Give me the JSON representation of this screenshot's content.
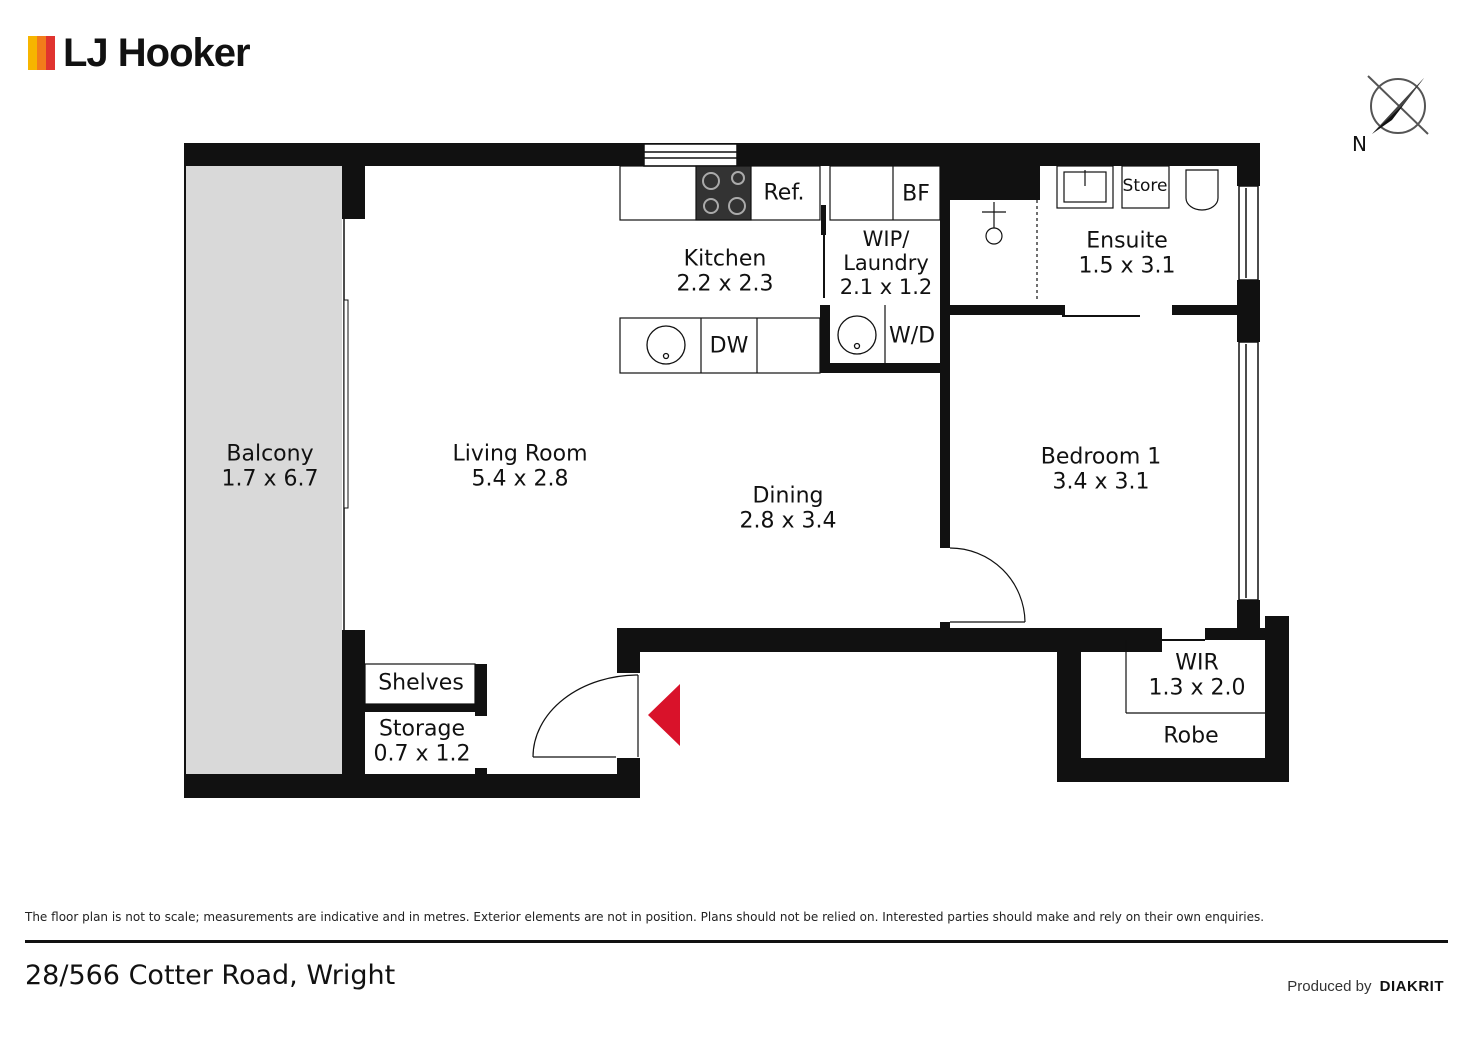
{
  "brand": {
    "name": "LJ Hooker",
    "bar_colors": [
      "#f7b500",
      "#f27c1b",
      "#e0342f"
    ]
  },
  "compass": {
    "label": "N",
    "icon": "compass-icon"
  },
  "rooms": {
    "balcony": {
      "name": "Balcony",
      "dims": "1.7 x 6.7"
    },
    "living": {
      "name": "Living Room",
      "dims": "5.4 x 2.8"
    },
    "kitchen": {
      "name": "Kitchen",
      "dims": "2.2 x 2.3"
    },
    "wip": {
      "name1": "WIP/",
      "name2": "Laundry",
      "dims": "2.1 x 1.2"
    },
    "ensuite": {
      "name": "Ensuite",
      "dims": "1.5 x 3.1"
    },
    "dining": {
      "name": "Dining",
      "dims": "2.8 x 3.4"
    },
    "bedroom": {
      "name": "Bedroom 1",
      "dims": "3.4 x 3.1"
    },
    "storage": {
      "name": "Storage",
      "dims": "0.7 x 1.2"
    },
    "wir": {
      "name": "WIR",
      "dims": "1.3 x 2.0"
    }
  },
  "fixtures": {
    "ref": "Ref.",
    "bf": "BF",
    "dw": "DW",
    "wd": "W/D",
    "store": "Store",
    "shelves": "Shelves",
    "robe": "Robe"
  },
  "colors": {
    "wall": "#111111",
    "balcony_fill": "#d9d9d9",
    "entry_marker": "#d9122a"
  },
  "footer": {
    "disclaimer": "The floor plan is not to scale; measurements are indicative and in metres. Exterior elements are not in position. Plans should not be relied on. Interested parties should make and rely on their own enquiries.",
    "address": "28/566 Cotter Road, Wright",
    "produced_by_prefix": "Produced by",
    "produced_by_brand": "DIAKRIT"
  }
}
